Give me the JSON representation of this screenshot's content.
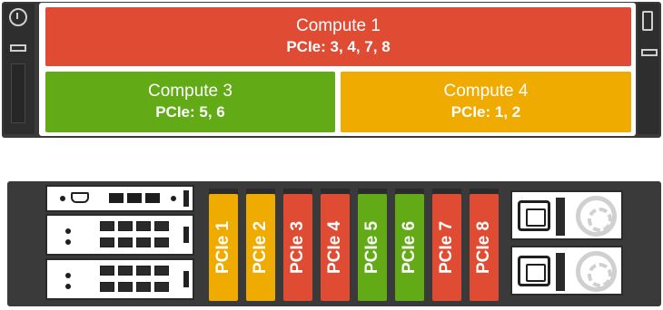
{
  "front": {
    "slots": [
      {
        "name": "Compute 1",
        "pcie": "PCIe: 3, 4, 7, 8",
        "color": "#e04b33"
      },
      {
        "name": "Compute 3",
        "pcie": "PCIe: 5, 6",
        "color": "#62ab17"
      },
      {
        "name": "Compute 4",
        "pcie": "PCIe: 1, 2",
        "color": "#f0ab00"
      }
    ]
  },
  "rear": {
    "pcie_slots": [
      {
        "label": "PCIe 1",
        "color": "#f0ab00"
      },
      {
        "label": "PCIe 2",
        "color": "#f0ab00"
      },
      {
        "label": "PCIe 3",
        "color": "#e04b33"
      },
      {
        "label": "PCIe 4",
        "color": "#e04b33"
      },
      {
        "label": "PCIe 5",
        "color": "#62ab17"
      },
      {
        "label": "PCIe 6",
        "color": "#62ab17"
      },
      {
        "label": "PCIe 7",
        "color": "#e04b33"
      },
      {
        "label": "PCIe 8",
        "color": "#e04b33"
      }
    ]
  },
  "colors": {
    "chassis": "#3a3a3a",
    "red": "#e04b33",
    "green": "#62ab17",
    "yellow": "#f0ab00"
  }
}
